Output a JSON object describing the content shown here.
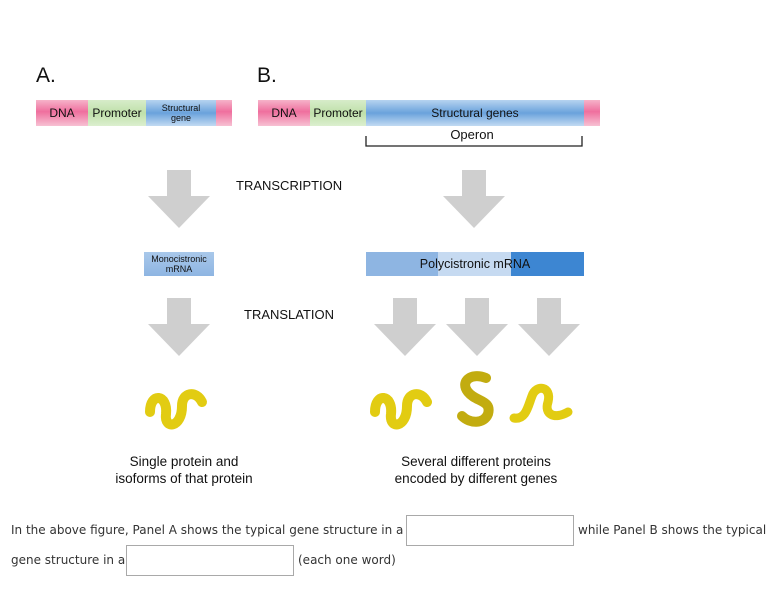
{
  "panel_a": {
    "letter": "A.",
    "dna": "DNA",
    "promoter": "Promoter",
    "structural_gene": [
      "Structural",
      "gene"
    ],
    "mrna": [
      "Monocistronic",
      "mRNA"
    ],
    "caption": [
      "Single protein and",
      "isoforms of that protein"
    ]
  },
  "panel_b": {
    "letter": "B.",
    "dna": "DNA",
    "promoter": "Promoter",
    "structural_genes": "Structural genes",
    "operon": "Operon",
    "mrna": "Polycistronic mRNA",
    "caption": [
      "Several different proteins",
      "encoded by different genes"
    ]
  },
  "steps": {
    "transcription": "TRANSCRIPTION",
    "translation": "TRANSLATION"
  },
  "colors": {
    "arrow": "#cfcfcf",
    "protein_yellow": "#e2cc12",
    "protein_olive": "#c2ac10"
  },
  "question": {
    "part1": "In the above figure, Panel A shows the typical gene structure in a",
    "part2": "while Panel B shows the typical",
    "part3": "gene structure in a",
    "hint": "(each one word)",
    "blank1_value": "",
    "blank2_value": ""
  }
}
